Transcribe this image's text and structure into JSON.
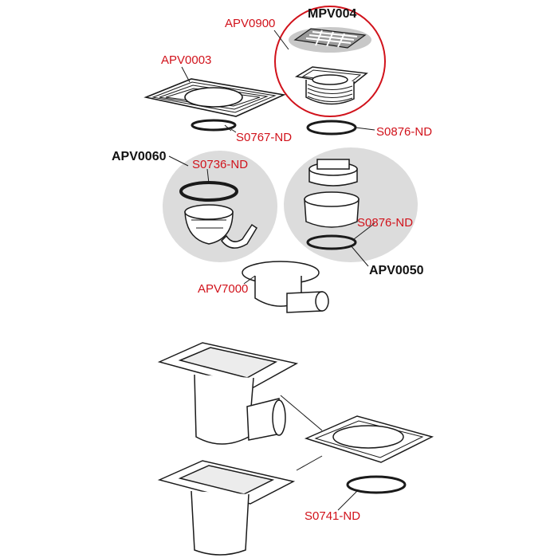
{
  "colors": {
    "callout_red": "#d1121b",
    "outline": "#1a1a1a",
    "group_fill": "#dcdcdc",
    "part_fill": "#ffffff"
  },
  "labels": {
    "mpv004": "MPV004",
    "apv0900": "APV0900",
    "apv0003": "APV0003",
    "s0767": "S0767-ND",
    "s0876_top": "S0876-ND",
    "apv0060": "APV0060",
    "s0736": "S0736-ND",
    "s0876_mid": "S0876-ND",
    "apv0050": "APV0050",
    "apv7000": "APV7000",
    "s0741": "S0741-ND"
  }
}
